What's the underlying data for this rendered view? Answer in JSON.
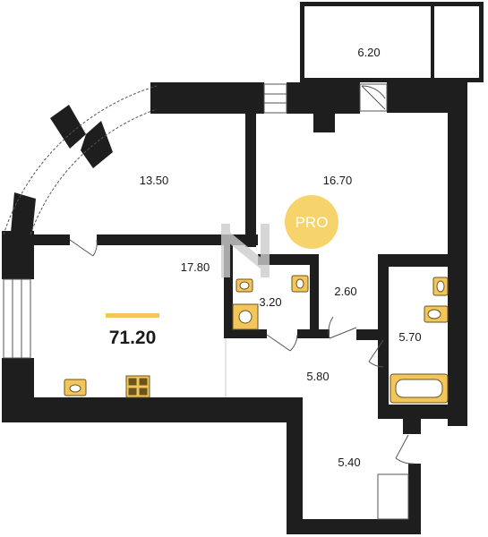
{
  "plan": {
    "total_area": "71.20",
    "badge": "PRO",
    "rooms": [
      {
        "id": "balcony",
        "area": "6.20"
      },
      {
        "id": "room-small",
        "area": "13.50"
      },
      {
        "id": "kitchen",
        "area": "16.70"
      },
      {
        "id": "living",
        "area": "17.80"
      },
      {
        "id": "wc",
        "area": "3.20"
      },
      {
        "id": "corridor",
        "area": "2.60"
      },
      {
        "id": "bathroom",
        "area": "5.70"
      },
      {
        "id": "hall",
        "area": "5.80"
      },
      {
        "id": "entrance",
        "area": "5.40"
      }
    ]
  },
  "colors": {
    "wall": "#1e1e1e",
    "fixture": "#f3c55a",
    "fixture_stroke": "#6a5520",
    "accent_bar": "#f3c55a",
    "badge": "#f6d36b",
    "watermark": "#cccccc"
  }
}
